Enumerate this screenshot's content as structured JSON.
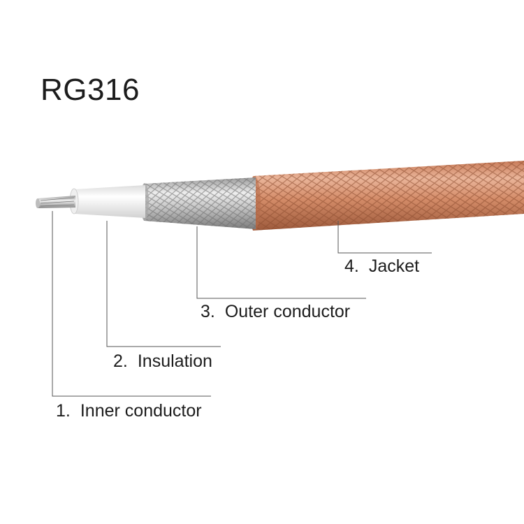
{
  "title": "RG316",
  "layers": [
    {
      "number": "1.",
      "label": "Inner conductor"
    },
    {
      "number": "2.",
      "label": "Insulation"
    },
    {
      "number": "3.",
      "label": "Outer conductor"
    },
    {
      "number": "4.",
      "label": "Jacket"
    }
  ],
  "colors": {
    "jacket": "#d9926f",
    "jacket_dark": "#a85f3f",
    "shield": "#d6d6d6",
    "shield_dark": "#8e8e8e",
    "insulation": "#f7f7f7",
    "conductor": "#c4c4c4",
    "leader_line": "#555555"
  }
}
